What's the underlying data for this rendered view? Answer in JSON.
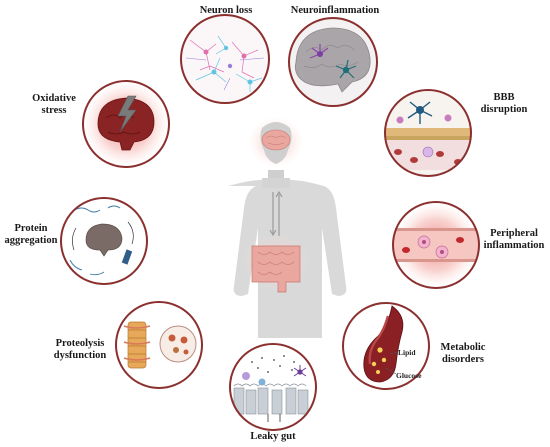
{
  "factors": {
    "neuron_loss": {
      "lines": [
        "Neuron loss"
      ]
    },
    "neuroinflammation": {
      "lines": [
        "Neuroinflammation"
      ]
    },
    "oxidative_stress": {
      "lines": [
        "Oxidative",
        "stress"
      ]
    },
    "bbb_disruption": {
      "lines": [
        "BBB",
        "disruption"
      ]
    },
    "protein_aggregation": {
      "lines": [
        "Protein",
        "aggregation"
      ]
    },
    "peripheral_inflammation": {
      "lines": [
        "Peripheral",
        "inflammation"
      ]
    },
    "proteolysis_dysfunction": {
      "lines": [
        "Proteolysis",
        "dysfunction"
      ]
    },
    "metabolic_disorders": {
      "lines": [
        "Metabolic",
        "disorders"
      ]
    },
    "leaky_gut": {
      "lines": [
        "Leaky gut"
      ]
    }
  },
  "metabolic_inset": {
    "lipid": "Lipid",
    "glucose": "Glucose"
  },
  "colors": {
    "ring": "#8b2f2f",
    "body": "#d9d9d9",
    "brain": "#e9a79f",
    "gut": "#e9a79f",
    "blood": "#c1272d"
  }
}
